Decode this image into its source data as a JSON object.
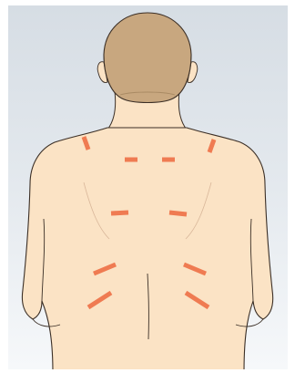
{
  "illustration": {
    "subject": "back-view-torso",
    "colors": {
      "background_top": "#d6dde4",
      "background_bottom": "#f6f8fa",
      "skin": "#fbe3c5",
      "hair": "#c8a77f",
      "outline": "#3b2f26",
      "marker": "#ef7b52"
    },
    "markers": [
      {
        "id": "marker-left-shoulder"
      },
      {
        "id": "marker-right-shoulder"
      },
      {
        "id": "marker-upper-left"
      },
      {
        "id": "marker-upper-right"
      },
      {
        "id": "marker-mid-left"
      },
      {
        "id": "marker-mid-right"
      },
      {
        "id": "marker-lower-left-1"
      },
      {
        "id": "marker-lower-right-1"
      },
      {
        "id": "marker-lower-left-2"
      },
      {
        "id": "marker-lower-right-2"
      }
    ]
  }
}
